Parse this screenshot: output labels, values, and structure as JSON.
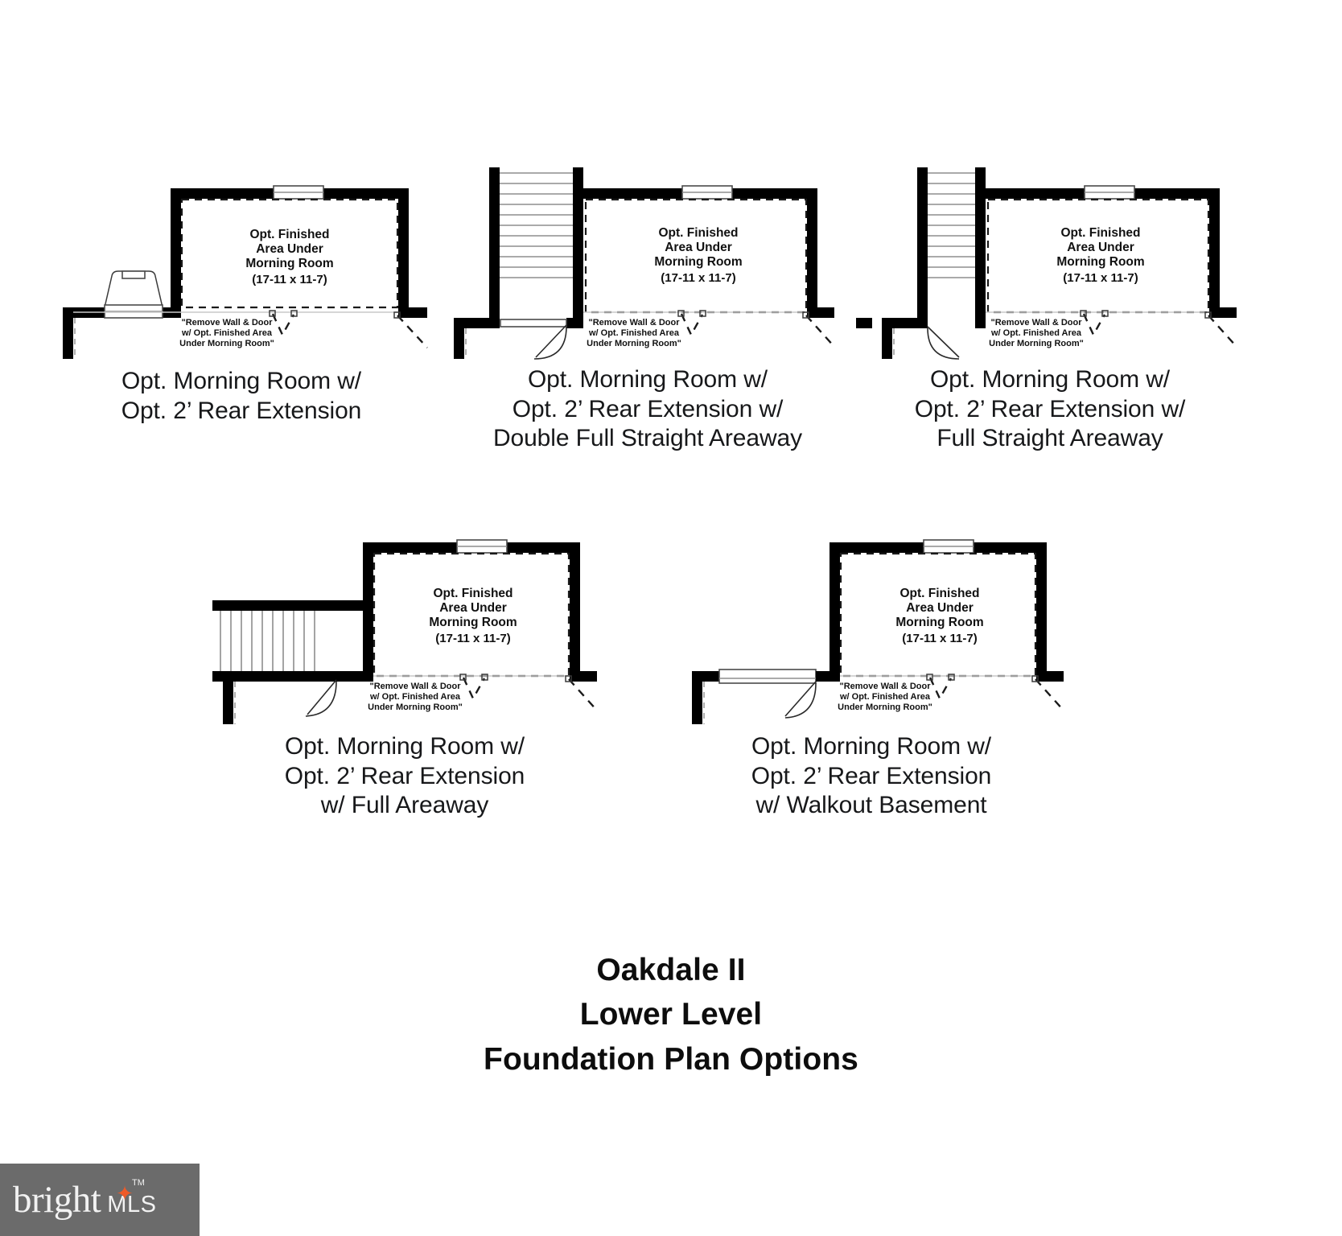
{
  "document": {
    "title_lines": [
      "Oakdale II",
      "Lower Level",
      "Foundation Plan Options"
    ]
  },
  "room_label": {
    "line1": "Opt. Finished",
    "line2": "Area Under",
    "line3": "Morning Room",
    "dimensions": "(17-11 x 11-7)"
  },
  "wall_note": {
    "line1": "\"Remove Wall & Door",
    "line2": "w/ Opt. Finished Area",
    "line3": "Under Morning Room\""
  },
  "plans": [
    {
      "id": "plan-1",
      "caption": "Opt. Morning Room w/\nOpt. 2’ Rear Extension",
      "variant": "bilco-door"
    },
    {
      "id": "plan-2",
      "caption": "Opt. Morning Room w/\nOpt. 2’ Rear Extension w/\nDouble Full Straight Areaway",
      "variant": "double-full-straight-areaway"
    },
    {
      "id": "plan-3",
      "caption": "Opt. Morning Room w/\nOpt. 2’ Rear Extension w/\nFull Straight Areaway",
      "variant": "full-straight-areaway"
    },
    {
      "id": "plan-4",
      "caption": "Opt. Morning Room w/\nOpt. 2’ Rear Extension\nw/ Full Areaway",
      "variant": "full-areaway"
    },
    {
      "id": "plan-5",
      "caption": "Opt. Morning Room w/\nOpt. 2’ Rear Extension\nw/ Walkout Basement",
      "variant": "walkout-basement"
    }
  ],
  "watermark": {
    "brand": "bright",
    "suffix": "MLS",
    "trademark": "TM",
    "star_color": "#ef5a28",
    "background_color": "#6b6b6b"
  }
}
